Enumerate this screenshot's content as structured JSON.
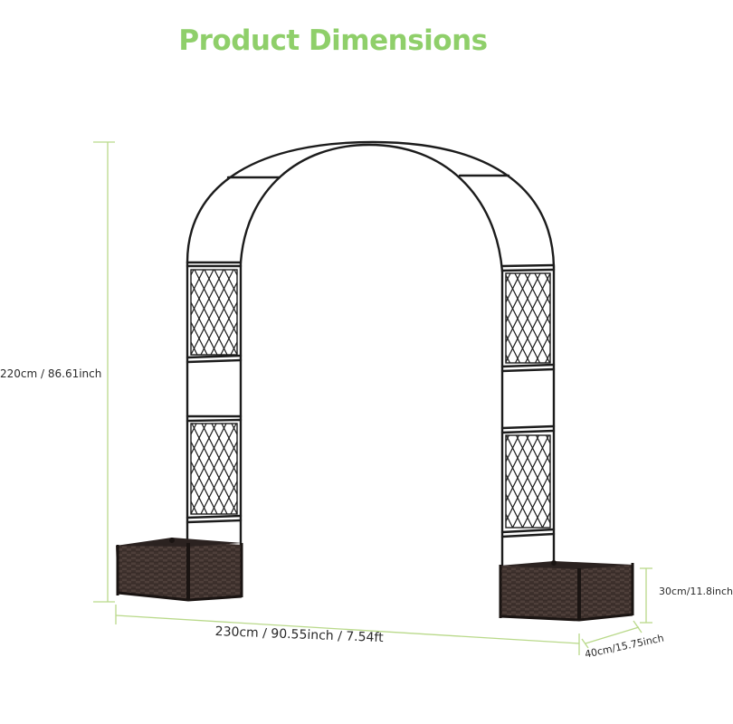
{
  "title": "Product Dimensions",
  "colors": {
    "title": "#8fcf6a",
    "dimension_line": "#b9d98a",
    "frame": "#1c1c1c",
    "planter": "#3a2e2b",
    "label_text": "#2a2a2a",
    "background": "#ffffff"
  },
  "product": {
    "name": "garden-arch-with-planters",
    "parts": [
      "arch-frame",
      "left-lattice-upper",
      "left-lattice-lower",
      "right-lattice-upper",
      "right-lattice-lower",
      "left-planter-box",
      "right-planter-box"
    ]
  },
  "dimensions": {
    "height": "220cm / 86.61inch",
    "width": "230cm / 90.55inch / 7.54ft",
    "depth": "40cm/15.75inch",
    "planter_height": "30cm/11.8inch"
  }
}
